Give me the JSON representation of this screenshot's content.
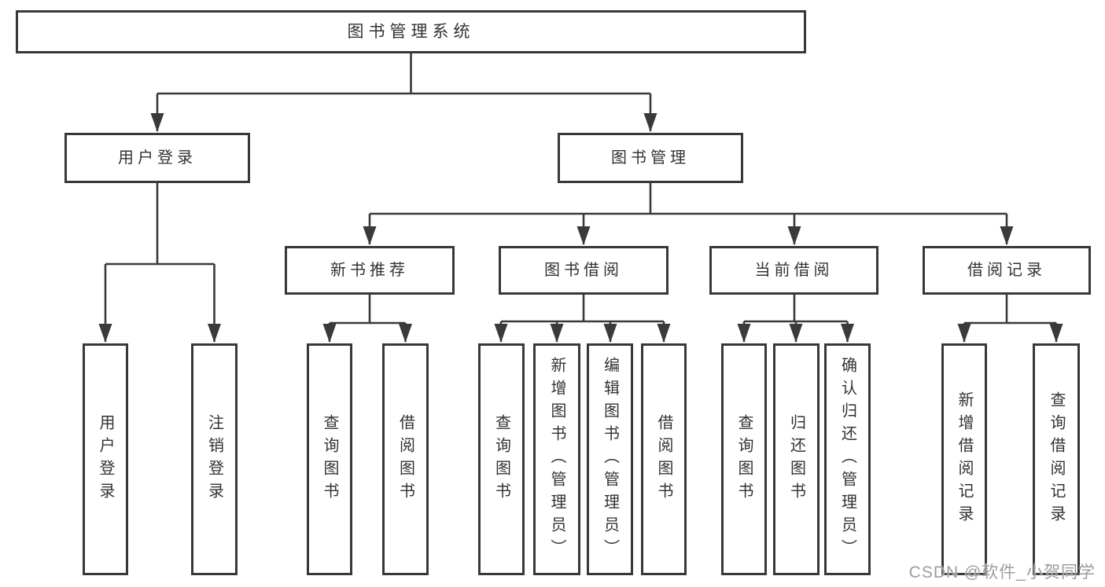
{
  "colors": {
    "line": "#3a3a3a",
    "box_border": "#383838",
    "box_fill": "#ffffff",
    "text": "#333333",
    "watermark_text": "#9c9c9c",
    "background": "#ffffff"
  },
  "diagram": {
    "title": "图书管理系统",
    "level2": {
      "user_login": "用户登录",
      "book_mgmt": "图书管理"
    },
    "level3": {
      "new_books": "新书推荐",
      "borrowing": "图书借阅",
      "current": "当前借阅",
      "records": "借阅记录"
    },
    "leaves": {
      "user_login": [
        "用户登录",
        "注销登录"
      ],
      "new_books": [
        "查询图书",
        "借阅图书"
      ],
      "borrowing": [
        "查询图书",
        "新增图书（管理员）",
        "编辑图书（管理员）",
        "借阅图书"
      ],
      "current": [
        "查询图书",
        "归还图书",
        "确认归还（管理员）"
      ],
      "records": [
        "新增借阅记录",
        "查询借阅记录"
      ]
    }
  },
  "watermark": "CSDN @软件_小贺同学"
}
